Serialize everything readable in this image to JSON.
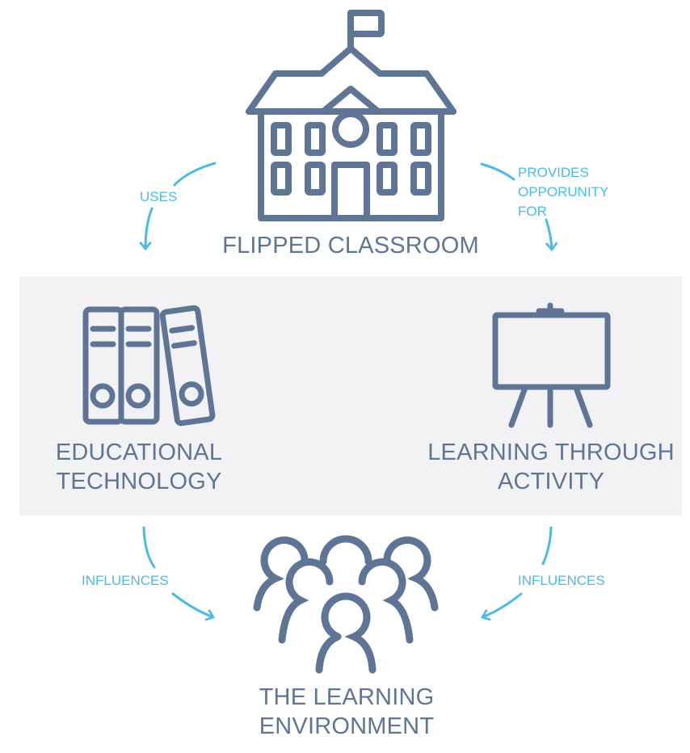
{
  "diagram": {
    "colors": {
      "icon": "#5f7595",
      "label": "#5f7595",
      "arrow": "#4bbbe6",
      "band": "#f2f2f5",
      "background": "#ffffff"
    },
    "nodes": [
      {
        "id": "flipped-classroom",
        "icon": "school-building-icon",
        "label": "FLIPPED CLASSROOM",
        "label_lines": [
          "FLIPPED CLASSROOM"
        ]
      },
      {
        "id": "educational-technology",
        "icon": "binders-icon",
        "label": "EDUCATIONAL TECHNOLOGY",
        "label_lines": [
          "EDUCATIONAL",
          "TECHNOLOGY"
        ]
      },
      {
        "id": "learning-through-activity",
        "icon": "easel-board-icon",
        "label": "LEARNING THROUGH ACTIVITY",
        "label_lines": [
          "LEARNING THROUGH",
          "ACTIVITY"
        ]
      },
      {
        "id": "learning-environment",
        "icon": "group-of-people-icon",
        "label": "THE LEARNING ENVIRONMENT",
        "label_lines": [
          "THE LEARNING",
          "ENVIRONMENT"
        ]
      }
    ],
    "edges": [
      {
        "from": "flipped-classroom",
        "to": "educational-technology",
        "label": "USES",
        "label_lines": [
          "USES"
        ]
      },
      {
        "from": "flipped-classroom",
        "to": "learning-through-activity",
        "label": "PROVIDES OPPORUNITY FOR",
        "label_lines": [
          "PROVIDES",
          "OPPORUNITY",
          "FOR"
        ]
      },
      {
        "from": "educational-technology",
        "to": "learning-environment",
        "label": "INFLUENCES",
        "label_lines": [
          "INFLUENCES"
        ]
      },
      {
        "from": "learning-through-activity",
        "to": "learning-environment",
        "label": "INFLUENCES",
        "label_lines": [
          "INFLUENCES"
        ]
      }
    ]
  }
}
